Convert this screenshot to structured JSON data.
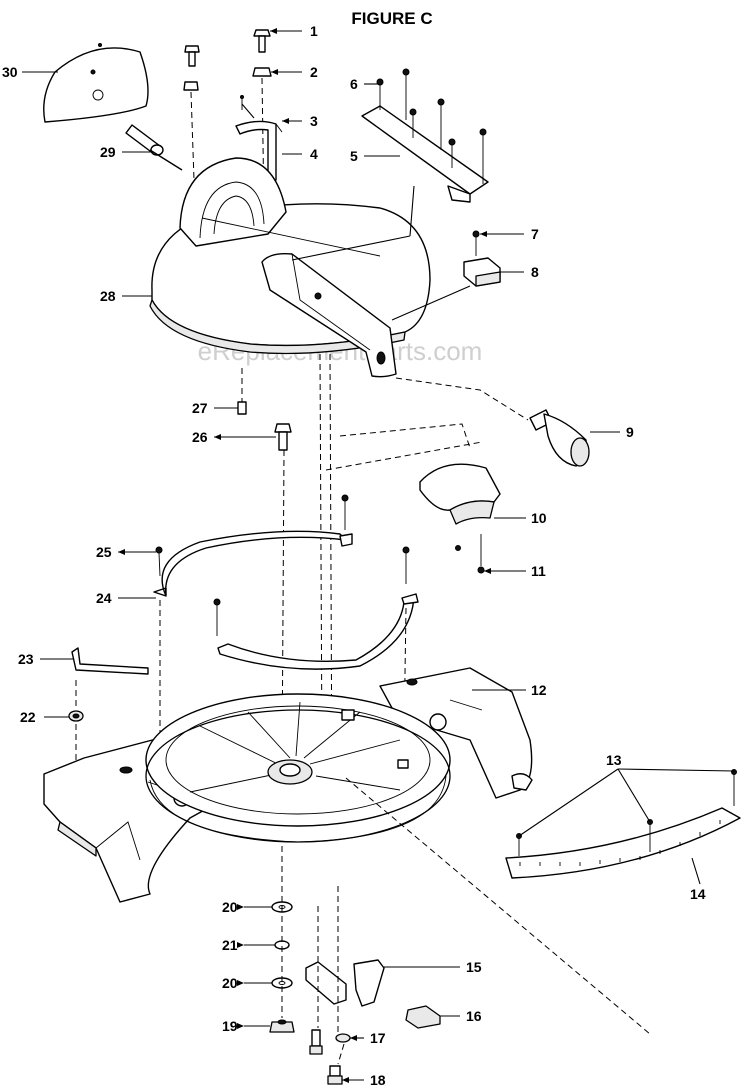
{
  "figure_title": "FIGURE C",
  "watermark": "eReplacementParts.com",
  "callouts": {
    "c1": "1",
    "c2": "2",
    "c3": "3",
    "c4": "4",
    "c5": "5",
    "c6": "6",
    "c7": "7",
    "c8": "8",
    "c9": "9",
    "c10": "10",
    "c11": "11",
    "c12": "12",
    "c13": "13",
    "c14": "14",
    "c15": "15",
    "c16": "16",
    "c17": "17",
    "c18": "18",
    "c19": "19",
    "c20a": "20",
    "c20b": "20",
    "c21": "21",
    "c22": "22",
    "c23": "23",
    "c24": "24",
    "c25": "25",
    "c26": "26",
    "c27": "27",
    "c28": "28",
    "c29": "29",
    "c30": "30"
  }
}
